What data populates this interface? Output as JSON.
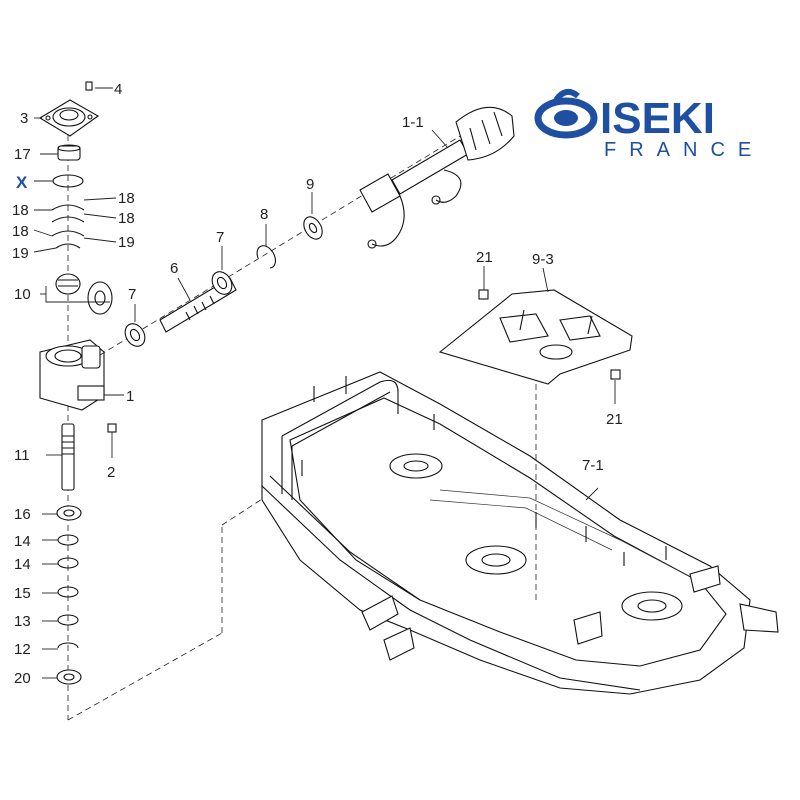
{
  "brand": {
    "name": "ISEKI",
    "subtitle": "FRANCE",
    "color": "#1f4fa0"
  },
  "callouts": {
    "c4": "4",
    "c3": "3",
    "c17": "17",
    "cX": "X",
    "c18a": "18",
    "c18b": "18",
    "c18c": "18",
    "c18d": "18",
    "c19a": "19",
    "c19b": "19",
    "c10": "10",
    "c1": "1",
    "c11": "11",
    "c2": "2",
    "c16": "16",
    "c14a": "14",
    "c14b": "14",
    "c15": "15",
    "c13": "13",
    "c12": "12",
    "c20": "20",
    "c7a": "7",
    "c7b": "7",
    "c6": "6",
    "c8": "8",
    "c9": "9",
    "c1_1": "1-1",
    "c21a": "21",
    "c9_3": "9-3",
    "c21b": "21",
    "c7_1": "7-1"
  }
}
